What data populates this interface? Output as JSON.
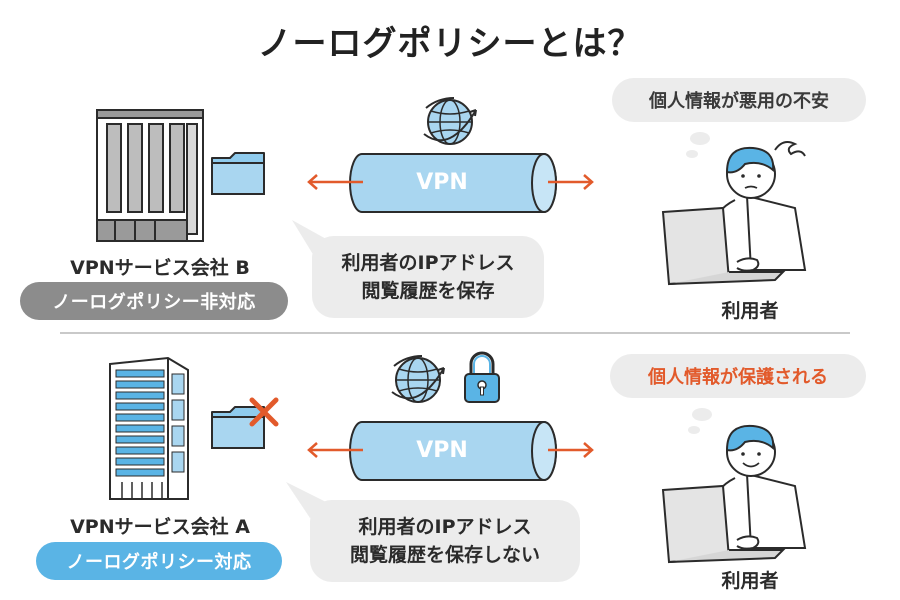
{
  "title": "ノーログポリシーとは？",
  "top": {
    "company_name": "VPNサービス会社 B",
    "policy_badge": "ノーログポリシー非対応",
    "tube_label": "VPN",
    "bubble_line1": "利用者のIPアドレス",
    "bubble_line2": "閲覧履歴を保存",
    "thought": "個人情報が悪用の不安",
    "user_label": "利用者"
  },
  "bottom": {
    "company_name": "VPNサービス会社 A",
    "policy_badge": "ノーログポリシー対応",
    "tube_label": "VPN",
    "bubble_line1": "利用者のIPアドレス",
    "bubble_line2": "閲覧履歴を保存しない",
    "thought": "個人情報が保護される",
    "user_label": "利用者"
  },
  "colors": {
    "arrow": "#e25a2b",
    "tube": "#a9d6f0",
    "tube_stroke": "#2b2b2b",
    "accent_blue": "#5ab4e5",
    "badge_gray": "#8c8c8c",
    "cross": "#e25a2b"
  },
  "icons": [
    "globe-icon",
    "padlock-icon",
    "folder-icon",
    "server-icon",
    "building-icon",
    "user-with-laptop-icon",
    "cross-icon"
  ]
}
